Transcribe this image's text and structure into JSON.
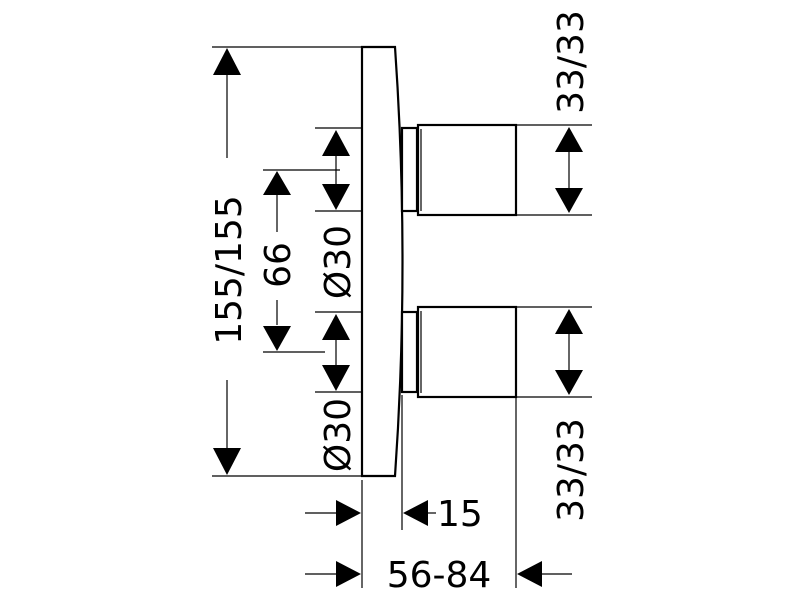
{
  "dimensions": {
    "overall_height": "155/155",
    "spacing": "66",
    "diameter_top": "Ø30",
    "diameter_bottom": "Ø30",
    "handle_top_width": "33/33",
    "handle_bottom_width": "33/33",
    "plate_offset": "15",
    "depth_range": "56-84"
  }
}
